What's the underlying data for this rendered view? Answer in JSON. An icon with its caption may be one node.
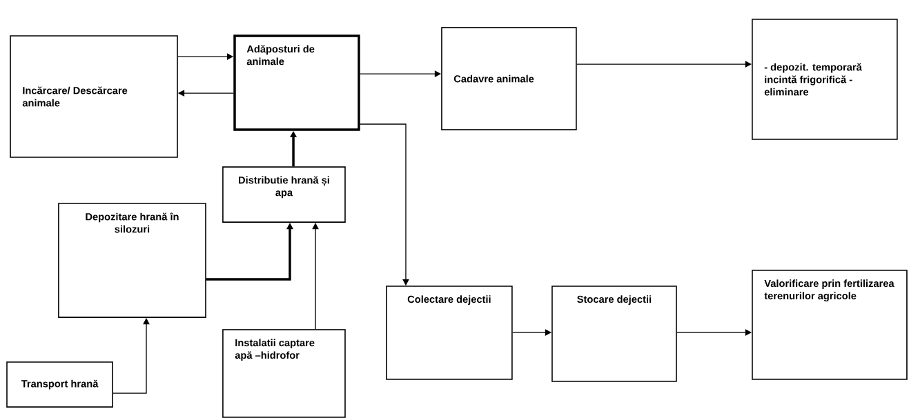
{
  "diagram": {
    "nodes": [
      {
        "text": [
          "Incărcare/ Descărcare animale"
        ]
      },
      {
        "text": [
          "Adăposturi de animale"
        ]
      },
      {
        "text": [
          "Cadavre animale"
        ]
      },
      {
        "text": [
          "- depozit. temporară incintă frigorifică - eliminare"
        ]
      },
      {
        "text": [
          "Distributie hrană și apa"
        ]
      },
      {
        "text": [
          "Depozitare hrană în silozuri"
        ]
      },
      {
        "text": [
          "Transport hrană"
        ]
      },
      {
        "text": [
          "Instalatii captare apă –hidrofor"
        ]
      },
      {
        "text": [
          "Colectare dejectii"
        ]
      },
      {
        "text": [
          "Stocare dejectii"
        ]
      },
      {
        "text": [
          "Valorificare prin fertilizarea terenurilor agricole"
        ]
      }
    ],
    "edges": [
      {
        "from": 0,
        "to": 1,
        "arrow": "to"
      },
      {
        "from": 1,
        "to": 0,
        "arrow": "to"
      },
      {
        "from": 1,
        "to": 2,
        "arrow": "to"
      },
      {
        "from": 2,
        "to": 3,
        "arrow": "to"
      },
      {
        "from": 4,
        "to": 1,
        "arrow": "to",
        "style": "thick"
      },
      {
        "from": 5,
        "to": 4,
        "arrow": "to",
        "style": "thick"
      },
      {
        "from": 7,
        "to": 4,
        "arrow": "to"
      },
      {
        "from": 6,
        "to": 5,
        "arrow": "to"
      },
      {
        "from": 1,
        "to": 8,
        "arrow": "to"
      },
      {
        "from": 8,
        "to": 9,
        "arrow": "to"
      },
      {
        "from": 9,
        "to": 10,
        "arrow": "to"
      }
    ]
  }
}
